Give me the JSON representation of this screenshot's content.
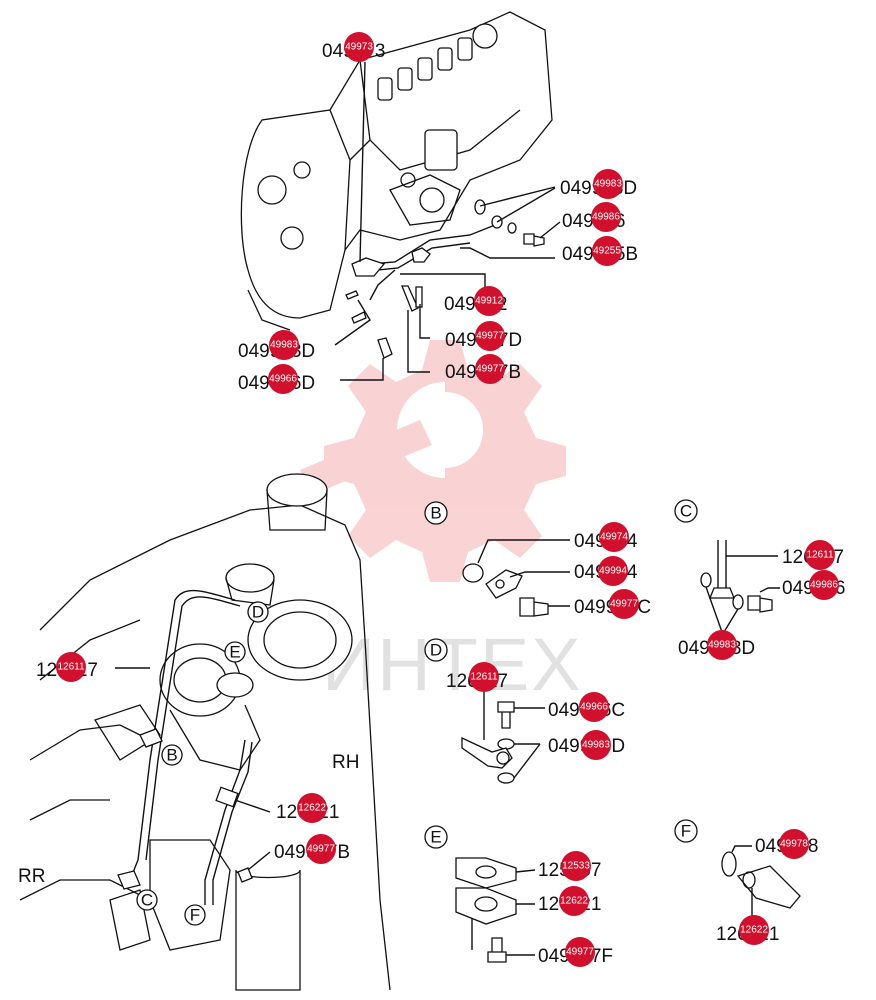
{
  "watermark": {
    "text": "ИНТЕХ",
    "color": "#e8353c"
  },
  "badge_color": "#d0102c",
  "labels": {
    "t1": "049973",
    "t2": "049983D",
    "t3": "049986",
    "t4": "049255B",
    "t5": "049912",
    "t6": "049977D",
    "t7": "049977B",
    "t8": "049983D",
    "t9": "049966D",
    "b1": "049974",
    "b2": "049994",
    "b3": "049977C",
    "c1": "126117",
    "c2": "049986",
    "c3": "049983D",
    "d1": "126117",
    "d2": "049966C",
    "d3": "049983D",
    "m1": "126117",
    "m2": "126221",
    "m3": "049977B",
    "e1": "125337",
    "e2": "126221",
    "e3": "049977F",
    "f1": "049978",
    "f2": "126221",
    "rh": "RH",
    "rr": "RR"
  },
  "badges": {
    "t1": "49973",
    "t2": "49983",
    "t3": "49986",
    "t4": "49255",
    "t5": "49912",
    "t6": "49977",
    "t7": "49977",
    "t8": "49983",
    "t9": "49966",
    "b1": "49974",
    "b2": "49994",
    "b3": "49977",
    "c1": "12611",
    "c2": "49986",
    "c3": "49983",
    "d1": "12611",
    "d2": "49966",
    "d3": "49983",
    "m1": "12611",
    "m2": "12622",
    "m3": "49977",
    "e1": "12533",
    "e2": "12622",
    "e3": "49977",
    "f1": "49978",
    "f2": "12622"
  },
  "view_letters": {
    "B": "B",
    "C": "C",
    "D": "D",
    "E": "E",
    "F": "F"
  }
}
